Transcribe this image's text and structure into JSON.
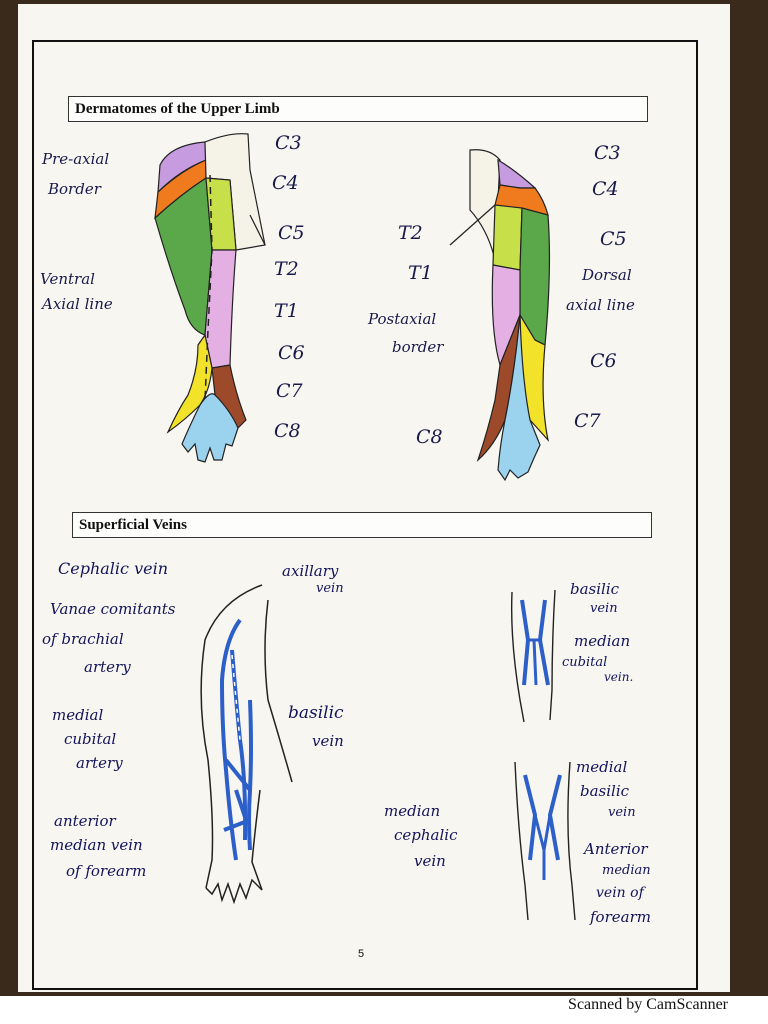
{
  "sections": {
    "dermatomes_title": "Dermatomes of the Upper Limb",
    "veins_title": "Superficial Veins"
  },
  "dermatomes_left": {
    "preaxial_1": "Pre-axial",
    "preaxial_2": "Border",
    "ventral_1": "Ventral",
    "ventral_2": "Axial line",
    "levels": [
      "C3",
      "C4",
      "C5",
      "T2",
      "T1",
      "C6",
      "C7",
      "C8"
    ]
  },
  "dermatomes_right": {
    "levels_left": [
      "T2",
      "T1",
      "C8"
    ],
    "postaxial_1": "Postaxial",
    "postaxial_2": "border",
    "levels_right": [
      "C3",
      "C4",
      "C5",
      "C6",
      "C7"
    ],
    "dorsal_1": "Dorsal",
    "dorsal_2": "axial line"
  },
  "veins": {
    "cephalic": "Cephalic vein",
    "vc_1": "Vanae comitants",
    "vc_2": "of brachial",
    "vc_3": "artery",
    "mc_1": "medial",
    "mc_2": "cubital",
    "mc_3": "artery",
    "am_1": "anterior",
    "am_2": "median vein",
    "am_3": "of forearm",
    "axillary_1": "axillary",
    "axillary_2": "vein",
    "basilic_1": "basilic",
    "basilic_2": "vein",
    "mcv_1": "median",
    "mcv_2": "cephalic",
    "mcv_3": "vein",
    "r1_basilic_1": "basilic",
    "r1_basilic_2": "vein",
    "r1_median_1": "median",
    "r1_median_2": "cubital",
    "r1_median_3": "vein.",
    "r2_medial_1": "medial",
    "r2_medial_2": "basilic",
    "r2_medial_3": "vein",
    "r2_ant_1": "Anterior",
    "r2_ant_2": "median",
    "r2_ant_3": "vein of",
    "r2_ant_4": "forearm"
  },
  "page_number": "5",
  "footer": "Scanned by CamScanner",
  "colors": {
    "purple": "#c79be0",
    "orange": "#f07a1e",
    "green": "#5aa84a",
    "lime": "#c7e04a",
    "pink": "#e4b0e4",
    "yellow": "#f2e22a",
    "brown": "#9c4a2a",
    "blue": "#9bd2ee",
    "vein": "#2d5fc8"
  }
}
